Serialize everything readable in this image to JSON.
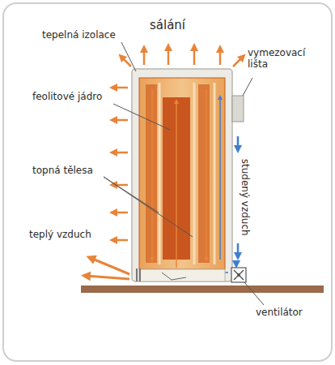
{
  "diagram": {
    "labels": [
      "sálání",
      "tepelná izolace",
      "vymezovací lišta",
      "feolitové jádro",
      "studený vzduch",
      "topná tělesa",
      "teplý vzduch",
      "ventilátor"
    ]
  }
}
